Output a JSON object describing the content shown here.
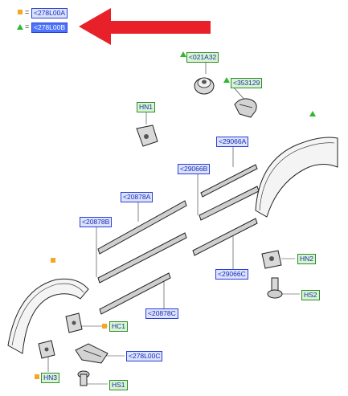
{
  "legend": {
    "square_ref": "<278L00A",
    "triangle_ref": "<278L00B",
    "equals": "="
  },
  "callouts": {
    "c021A32": "<021A32",
    "c353129": "<353129",
    "hn1": "HN1",
    "c29066A": "<29066A",
    "c29066B": "<29066B",
    "c20878A": "<20878A",
    "c20878B": "<20878B",
    "hn2": "HN2",
    "c29066C": "<29066C",
    "hs2": "HS2",
    "c20878C": "<20878C",
    "hc1": "HC1",
    "c278L00C": "<278L00C",
    "hn3": "HN3",
    "hs1": "HS1"
  },
  "colors": {
    "label_border": "#2b3fd6",
    "label_fill": "#dbe3ff",
    "green_label_fill": "#d8f5d0",
    "highlight_fill": "#4d73ff",
    "marker_square": "#f5a623",
    "marker_triangle": "#2fb82f",
    "arrow": "#e8202a",
    "part_line": "#222222",
    "part_fill": "#cfcfcf"
  }
}
